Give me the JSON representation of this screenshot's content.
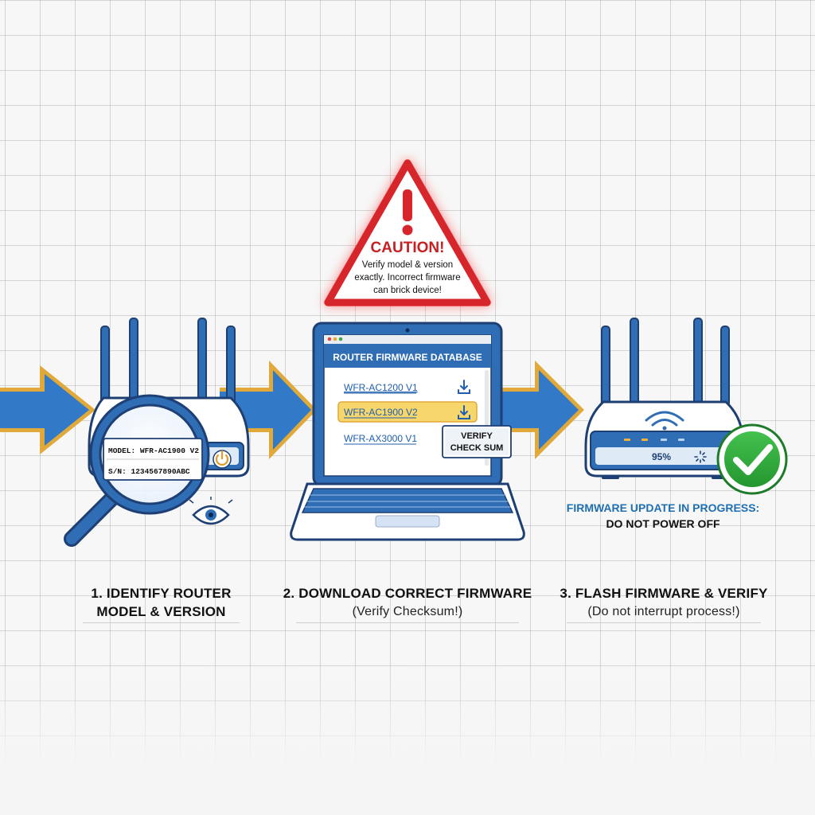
{
  "caution": {
    "title": "CAUTION!",
    "line1": "Verify model & version",
    "line2": "exactly. Incorrect firmware",
    "line3": "can brick device!"
  },
  "step1": {
    "label_line1": "MODEL: WFR-AC1900 V2",
    "label_line2": "S/N: 1234567890ABC",
    "caption_line1": "1. IDENTIFY ROUTER",
    "caption_line2": "MODEL & VERSION"
  },
  "step2": {
    "browser_title": "ROUTER FIRMWARE DATABASE",
    "firmware_list": [
      {
        "name": "WFR-AC1200 V1"
      },
      {
        "name": "WFR-AC1900 V2",
        "selected": true
      },
      {
        "name": "WFR-AX3000 V1"
      }
    ],
    "verify_line1": "VERIFY",
    "verify_line2": "CHECK SUM",
    "caption_line1": "2. DOWNLOAD CORRECT FIRMWARE",
    "caption_sub": "(Verify Checksum!)"
  },
  "step3": {
    "progress_text": "95%",
    "progress_value": 0.95,
    "status_line1": "FIRMWARE UPDATE IN PROGRESS:",
    "status_line2": "DO NOT POWER OFF",
    "caption_line1": "3. FLASH FIRMWARE & VERIFY",
    "caption_sub": "(Do not interrupt process!)"
  },
  "icons": [
    "magnifier-icon",
    "eye-icon",
    "power-icon",
    "download-icon",
    "wifi-icon",
    "spinner-icon",
    "checkmark-icon",
    "warning-icon"
  ],
  "colors": {
    "primary_blue": "#2f6db5",
    "arrow_blue": "#3279c8",
    "arrow_outline": "#e0a93a",
    "caution_red": "#d7262b",
    "highlight_yellow": "#f7d66b",
    "success_green": "#2faa3d",
    "status_blue": "#1f6fb2"
  }
}
